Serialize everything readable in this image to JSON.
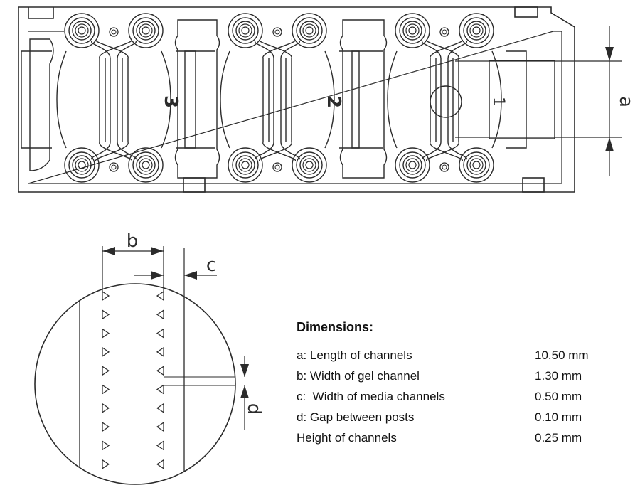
{
  "figure": {
    "chip_numbers": [
      "3",
      "2",
      "1"
    ],
    "callouts": {
      "a": "a",
      "b": "b",
      "c": "c",
      "d": "d"
    }
  },
  "dimensions": {
    "title": "Dimensions:",
    "rows": [
      {
        "label": "a: Length of channels",
        "value": "10.50 mm"
      },
      {
        "label": "b: Width of gel channel",
        "value": "1.30 mm"
      },
      {
        "label": "c:  Width of media channels",
        "value": "0.50 mm"
      },
      {
        "label": "d: Gap between posts",
        "value": "0.10 mm"
      },
      {
        "label": "Height of channels",
        "value": "0.25 mm"
      }
    ]
  },
  "colors": {
    "line": "#2b2b2b",
    "background": "#ffffff"
  }
}
